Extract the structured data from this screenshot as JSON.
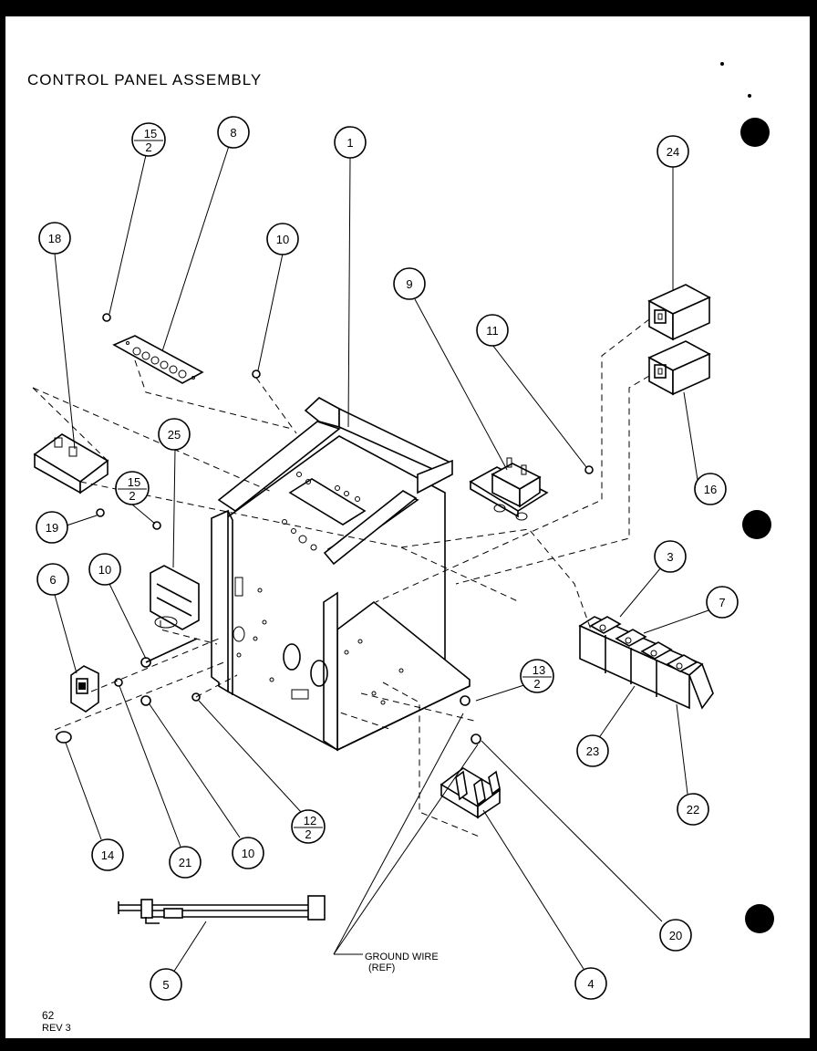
{
  "title": "CONTROL PANEL ASSEMBLY",
  "callouts": [
    {
      "id": "c1",
      "label": "1"
    },
    {
      "id": "c8",
      "label": "8"
    },
    {
      "id": "c2a",
      "top": "15",
      "bottom": "2"
    },
    {
      "id": "c18",
      "label": "18"
    },
    {
      "id": "c10a",
      "label": "10"
    },
    {
      "id": "c9",
      "label": "9"
    },
    {
      "id": "c11",
      "label": "11"
    },
    {
      "id": "c24",
      "label": "24"
    },
    {
      "id": "c16",
      "label": "16"
    },
    {
      "id": "c25",
      "label": "25"
    },
    {
      "id": "c2b",
      "top": "15",
      "bottom": "2"
    },
    {
      "id": "c19",
      "label": "19"
    },
    {
      "id": "c6",
      "label": "6"
    },
    {
      "id": "c10b",
      "label": "10"
    },
    {
      "id": "c3",
      "label": "3"
    },
    {
      "id": "c7",
      "label": "7"
    },
    {
      "id": "c2c",
      "top": "13",
      "bottom": "2"
    },
    {
      "id": "c23",
      "label": "23"
    },
    {
      "id": "c22",
      "label": "22"
    },
    {
      "id": "c2d",
      "top": "12",
      "bottom": "2"
    },
    {
      "id": "c14",
      "label": "14"
    },
    {
      "id": "c21",
      "label": "21"
    },
    {
      "id": "c10c",
      "label": "10"
    },
    {
      "id": "c20",
      "label": "20"
    },
    {
      "id": "c4",
      "label": "4"
    },
    {
      "id": "c5",
      "label": "5"
    }
  ],
  "ground_wire": {
    "line1": "GROUND WIRE",
    "line2": "(REF)"
  },
  "footer": {
    "page": "62",
    "rev": "REV 3"
  }
}
